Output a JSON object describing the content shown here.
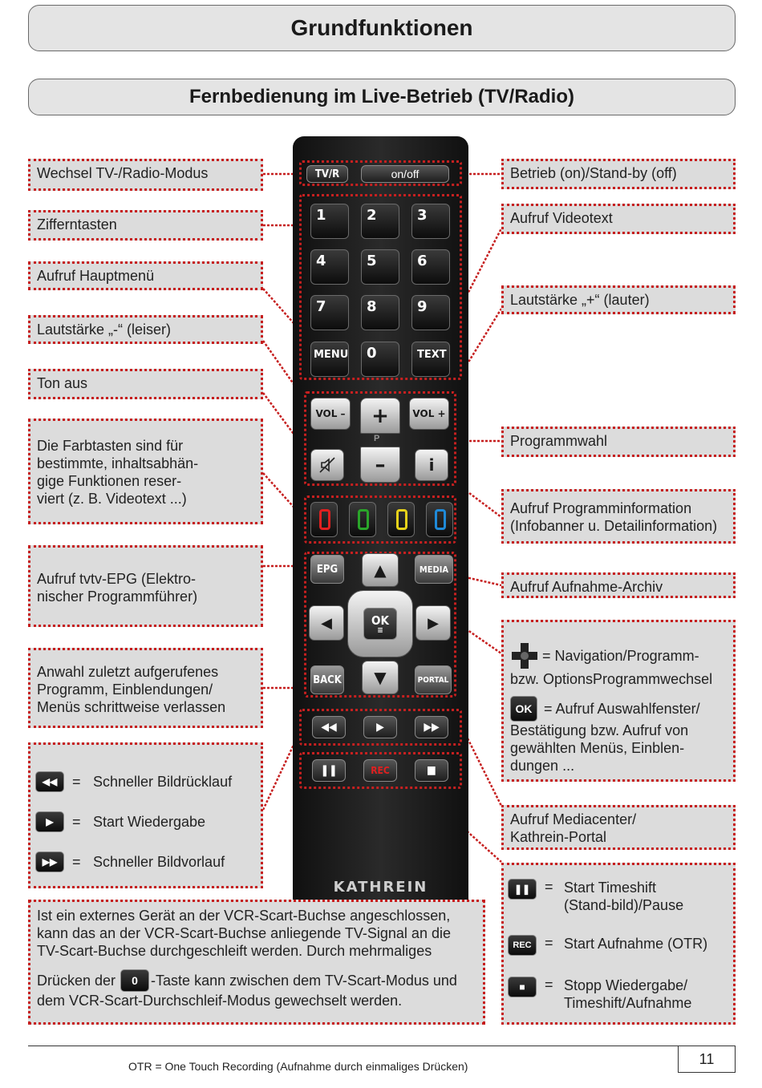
{
  "header": {
    "title": "Grundfunktionen",
    "subtitle": "Fernbedienung im Live-Betrieb (TV/Radio)"
  },
  "remote": {
    "tvr": "TV/R",
    "onoff": "on/off",
    "digits": [
      "1",
      "2",
      "3",
      "4",
      "5",
      "6",
      "7",
      "8",
      "9"
    ],
    "menu": "MENU",
    "zero": "0",
    "text": "TEXT",
    "vol_minus": "VOL –",
    "vol_plus": "VOL +",
    "p": "P",
    "epg": "EPG",
    "media": "MEDIA",
    "ok": "OK",
    "back": "BACK",
    "portal": "PORTAL",
    "rec": "REC",
    "brand": "KATHREIN",
    "color_keys": [
      "#e02020",
      "#2aa52a",
      "#e6d21a",
      "#1f8ad8"
    ]
  },
  "callouts": {
    "tv_radio": "Wechsel TV-/Radio-Modus",
    "digits": "Zifferntasten",
    "menu": "Aufruf Hauptmenü",
    "vol_minus": "Lautstärke „-“ (leiser)",
    "mute": "Ton aus",
    "color_keys": [
      "Die Farbtasten sind für",
      "bestimmte, inhaltsabhän-",
      "gige Funktionen reser-",
      "viert (z. B. Videotext ...)"
    ],
    "epg": [
      "Aufruf tvtv-EPG (Elektro-",
      "nischer Programmführer)"
    ],
    "back": [
      "Anwahl zuletzt aufgerufenes",
      "Programm, Einblendungen/",
      "Menüs schrittweise verlassen"
    ],
    "onoff": "Betrieb (on)/Stand-by (off)",
    "teletext": "Aufruf Videotext",
    "vol_plus": "Lautstärke „+“ (lauter)",
    "program": "Programmwahl",
    "info": [
      "Aufruf Programminformation",
      "(Infobanner u. Detailinformation)"
    ],
    "archive": "Aufruf Aufnahme-Archiv",
    "nav": [
      "= Navigation/Programm-",
      "bzw. OptionsProgrammwechsel"
    ],
    "ok": [
      "=    Aufruf Auswahlfenster/",
      "Bestätigung bzw. Aufruf von",
      "gewählten Menüs, Einblen-",
      "dungen ..."
    ],
    "portal": [
      "Aufruf Mediacenter/",
      "Kathrein-Portal"
    ]
  },
  "playback_legend": [
    {
      "icon": "rewind-icon",
      "eq": "=",
      "label": "Schneller Bildrücklauf"
    },
    {
      "icon": "play-icon",
      "eq": "=",
      "label": "Start Wiedergabe"
    },
    {
      "icon": "fast-forward-icon",
      "eq": "=",
      "label": "Schneller Bildvorlauf"
    }
  ],
  "record_legend": [
    {
      "icon": "pause-icon",
      "eq": "=",
      "label1": "Start Timeshift",
      "label2": "(Stand-bild)/Pause"
    },
    {
      "icon": "rec-icon",
      "eq": "=",
      "label1": "Start Aufnahme (OTR)",
      "label2": ""
    },
    {
      "icon": "stop-icon",
      "eq": "=",
      "label1": "Stopp Wiedergabe/",
      "label2": "Timeshift/Aufnahme"
    }
  ],
  "scart_note": {
    "line1": "Ist ein externes Gerät an der VCR-Scart-Buchse angeschlossen,",
    "line2": "kann das an der VCR-Scart-Buchse anliegende TV-Signal an die",
    "line3": "TV-Scart-Buchse durchgeschleift werden. Durch mehrmaliges",
    "line4_pre": "Drücken der",
    "key": "0",
    "line4_post": "-Taste kann zwischen dem TV-Scart-Modus und",
    "line5": "dem VCR-Scart-Durchschleif-Modus gewechselt werden."
  },
  "footer": {
    "note": "OTR = One Touch Recording (Aufnahme durch einmaliges Drücken)",
    "page_number": "11"
  }
}
